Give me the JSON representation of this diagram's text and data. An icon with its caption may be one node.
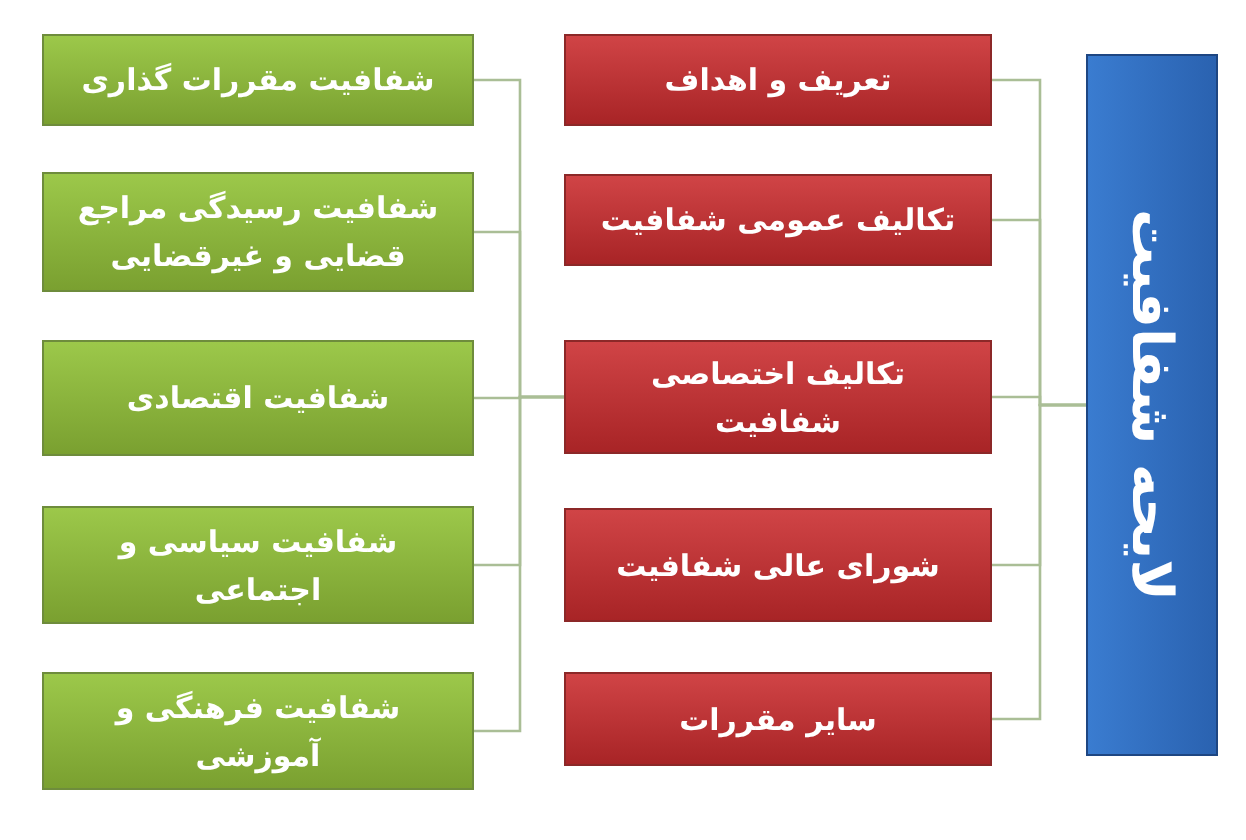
{
  "diagram": {
    "nodes": [
      {
        "text": [
          "لایحه شفافیت"
        ]
      },
      {
        "text": [
          "تعریف و اهداف"
        ]
      },
      {
        "text": [
          "تکالیف عمومی شفافیت"
        ]
      },
      {
        "text": [
          "تکالیف اختصاصی شفافیت"
        ]
      },
      {
        "text": [
          "شورای عالی شفافیت"
        ]
      },
      {
        "text": [
          "سایر مقررات"
        ]
      },
      {
        "text": [
          "شفافیت مقررات گذاری"
        ]
      },
      {
        "text": [
          "شفافیت رسیدگی مراجع قضایی و غیرقضایی"
        ]
      },
      {
        "text": [
          "شفافیت اقتصادی"
        ]
      },
      {
        "text": [
          "شفافیت سیاسی و اجتماعی"
        ]
      },
      {
        "text": [
          "شفافیت فرهنگی و آموزشی"
        ]
      }
    ],
    "edges": [
      {
        "from": 0,
        "to": 1,
        "arrow": "none"
      },
      {
        "from": 0,
        "to": 2,
        "arrow": "none"
      },
      {
        "from": 0,
        "to": 3,
        "arrow": "none"
      },
      {
        "from": 0,
        "to": 4,
        "arrow": "none"
      },
      {
        "from": 0,
        "to": 5,
        "arrow": "none"
      },
      {
        "from": 3,
        "to": 6,
        "arrow": "none"
      },
      {
        "from": 3,
        "to": 7,
        "arrow": "none"
      },
      {
        "from": 3,
        "to": 8,
        "arrow": "none"
      },
      {
        "from": 3,
        "to": 9,
        "arrow": "none"
      },
      {
        "from": 3,
        "to": 10,
        "arrow": "none"
      }
    ]
  }
}
